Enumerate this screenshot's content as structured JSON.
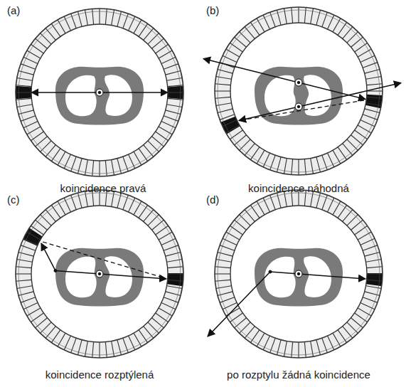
{
  "diagram": {
    "labels": [
      "(a)",
      "(b)",
      "koincidence pravá",
      "koincidence náhodná",
      "(c)",
      "(d)",
      "koincidence rozptýlená",
      "po rozptylu žádná koincidence"
    ]
  }
}
